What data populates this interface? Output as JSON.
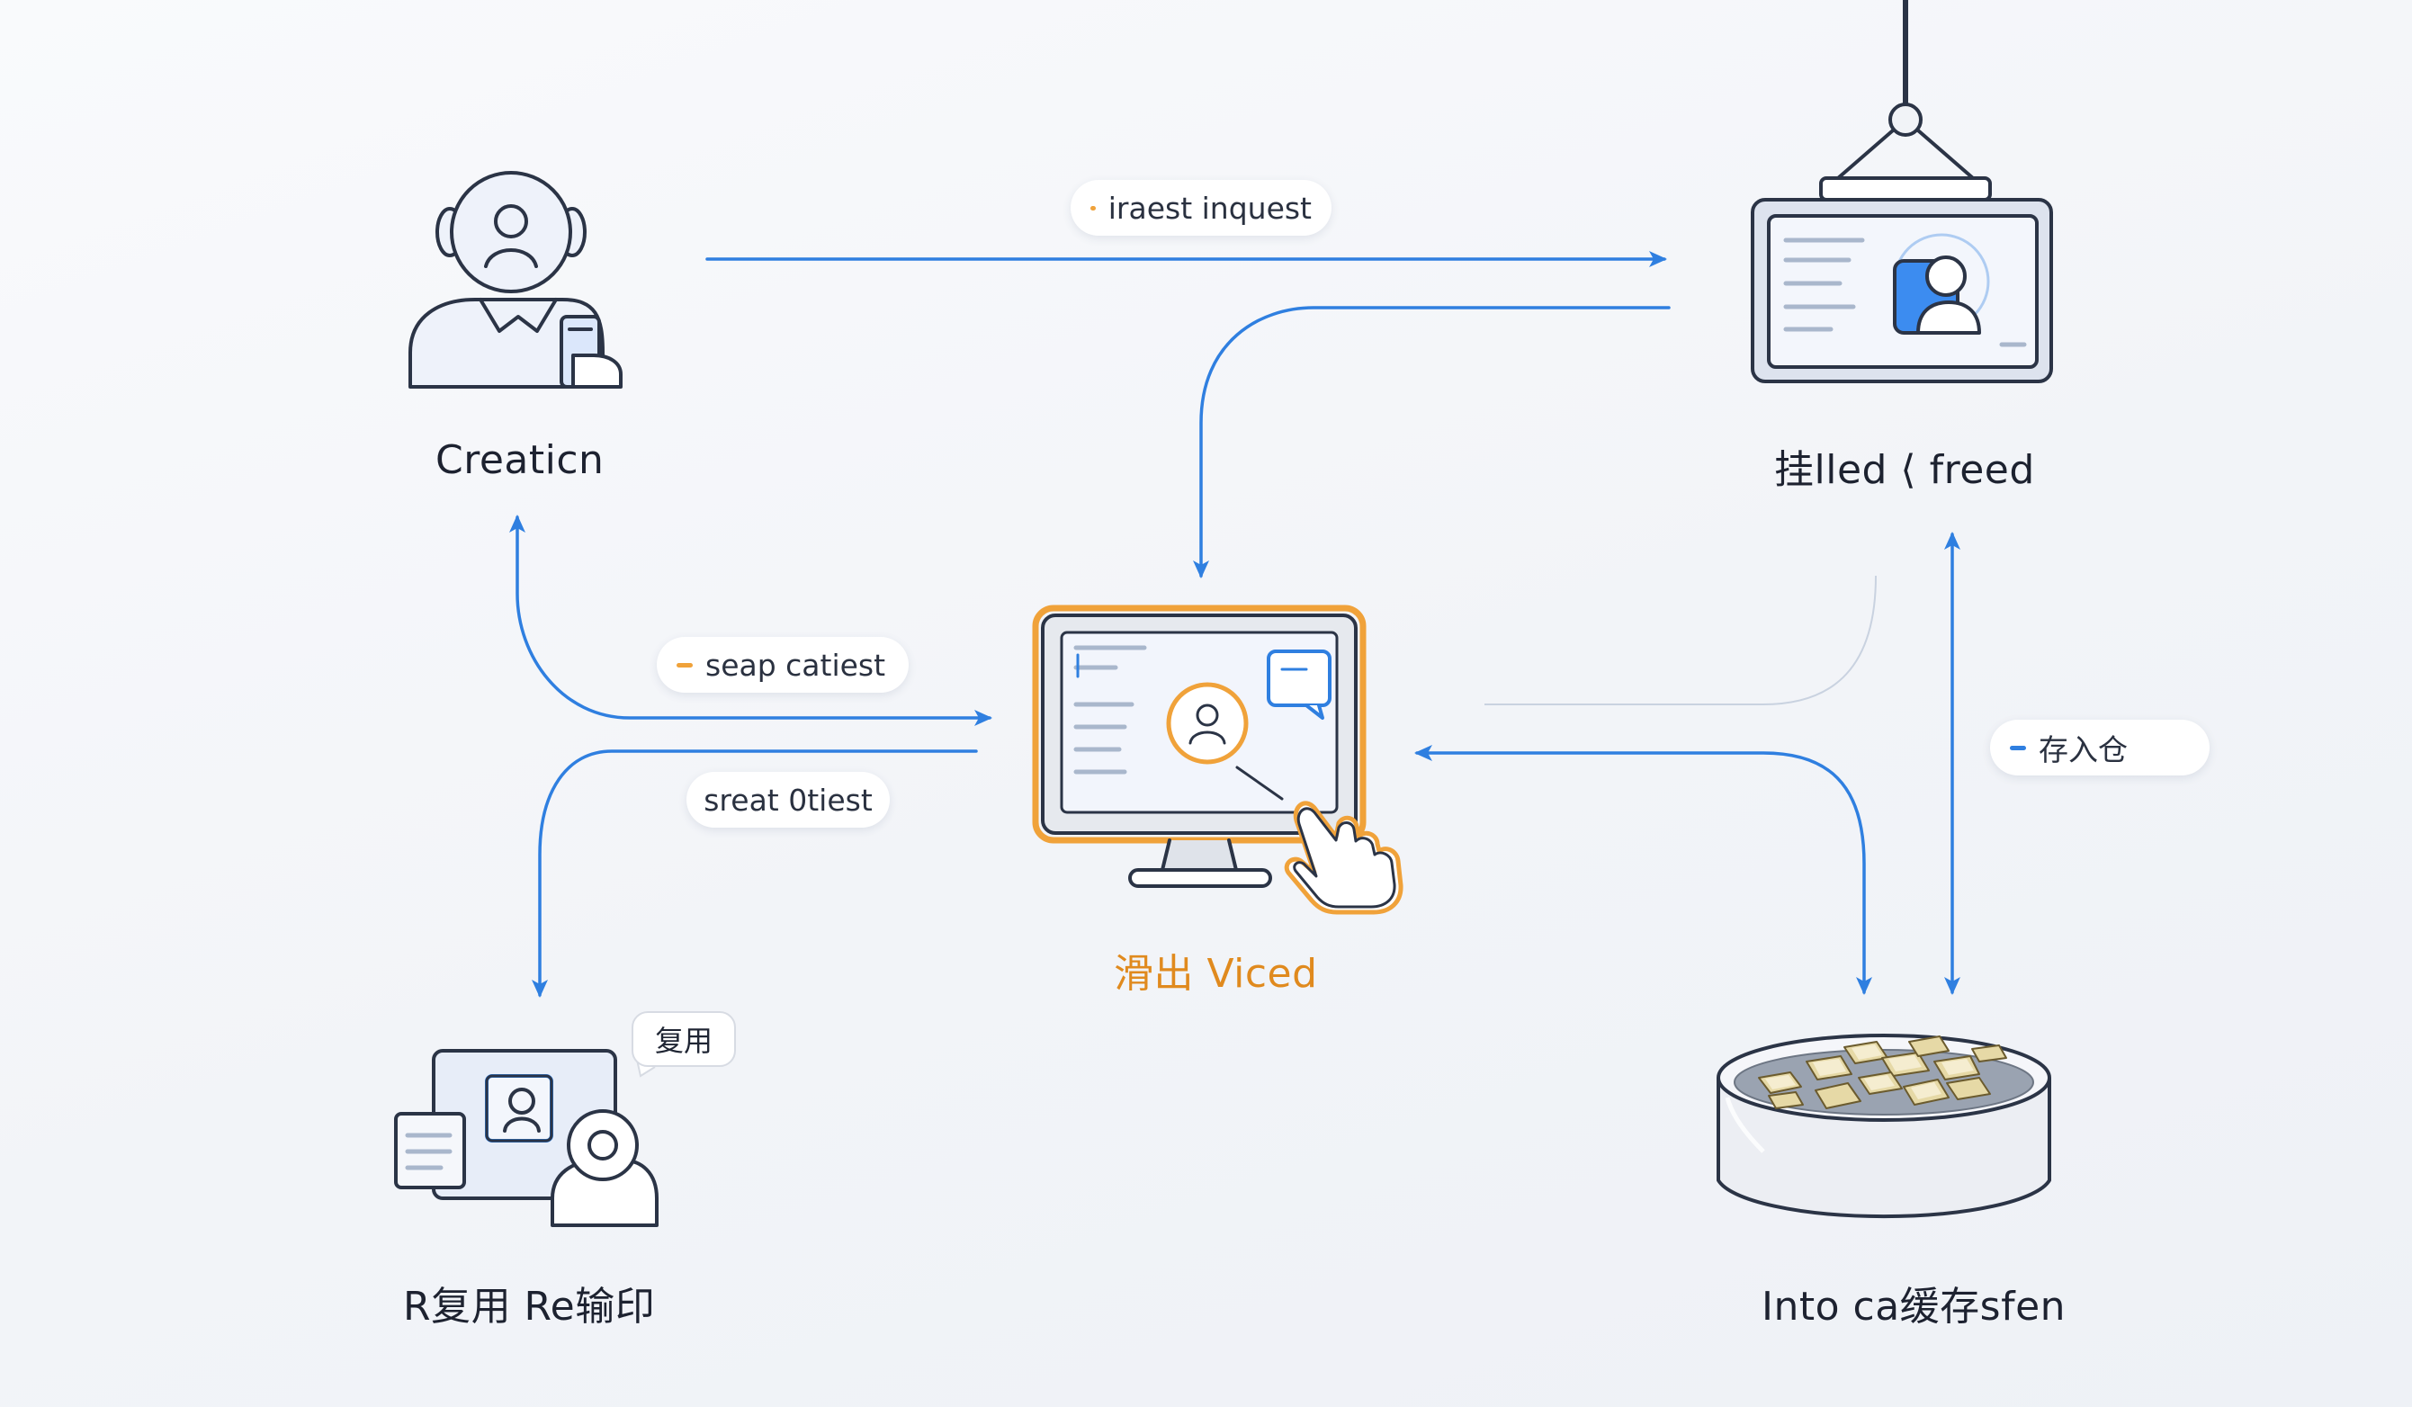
{
  "colors": {
    "arrow": "#2f7fe0",
    "accent": "#f0a23a",
    "highlight_label": "#e08a1e",
    "outline": "#2b3446"
  },
  "nodes": {
    "creation": {
      "label": "Creaticn",
      "icon": "user-with-phone-icon"
    },
    "filled": {
      "label": "挂lled ⟨ freed",
      "icon": "hanging-display-profile-icon"
    },
    "center": {
      "label": "滑出 Viced",
      "icon": "monitor-with-pointer-icon"
    },
    "reuse": {
      "label": "R复用 Re输印",
      "icon": "profile-windows-user-icon"
    },
    "storage": {
      "label": "Into ca缓存sfen",
      "icon": "storage-tray-blocks-icon"
    }
  },
  "edge_labels": {
    "top": "iraest inquest",
    "left_upper": "seap catiest",
    "left_lower": "sreat 0tiest",
    "right": "存入仓",
    "reuse_bubble": "复用"
  }
}
